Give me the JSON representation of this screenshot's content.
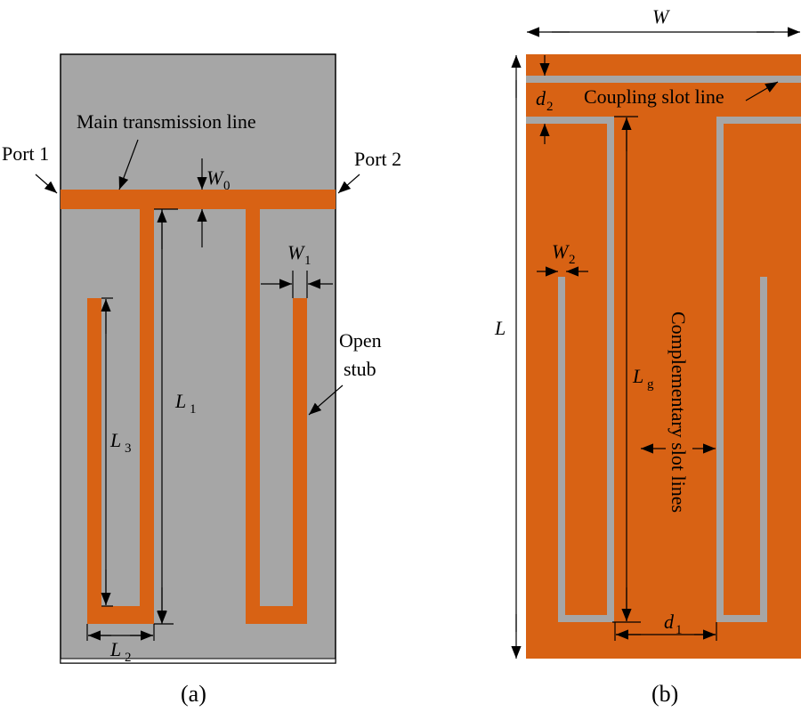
{
  "colors": {
    "copper": "#d86214",
    "substrate": "#a6a6a6",
    "slot": "#a6a6a6",
    "line": "#000000"
  },
  "panel_a": {
    "caption": "(a)",
    "labels": {
      "main_line": "Main transmission line",
      "port1": "Port 1",
      "port2": "Port 2",
      "open": "Open",
      "stub": "stub"
    },
    "dimensions": {
      "W0": {
        "main": "W",
        "sub": "0"
      },
      "W1": {
        "main": "W",
        "sub": "1"
      },
      "L1": {
        "main": "L",
        "sub": "1"
      },
      "L2": {
        "main": "L",
        "sub": "2"
      },
      "L3": {
        "main": "L",
        "sub": "3"
      }
    }
  },
  "panel_b": {
    "caption": "(b)",
    "labels": {
      "coupling": "Coupling slot line",
      "complementary": "Complementary slot lines"
    },
    "dimensions": {
      "W": {
        "main": "W",
        "sub": ""
      },
      "L": {
        "main": "L",
        "sub": ""
      },
      "W2": {
        "main": "W",
        "sub": "2"
      },
      "Lg": {
        "main": "L",
        "sub": "g"
      },
      "d1": {
        "main": "d",
        "sub": "1"
      },
      "d2": {
        "main": "d",
        "sub": "2"
      }
    }
  }
}
